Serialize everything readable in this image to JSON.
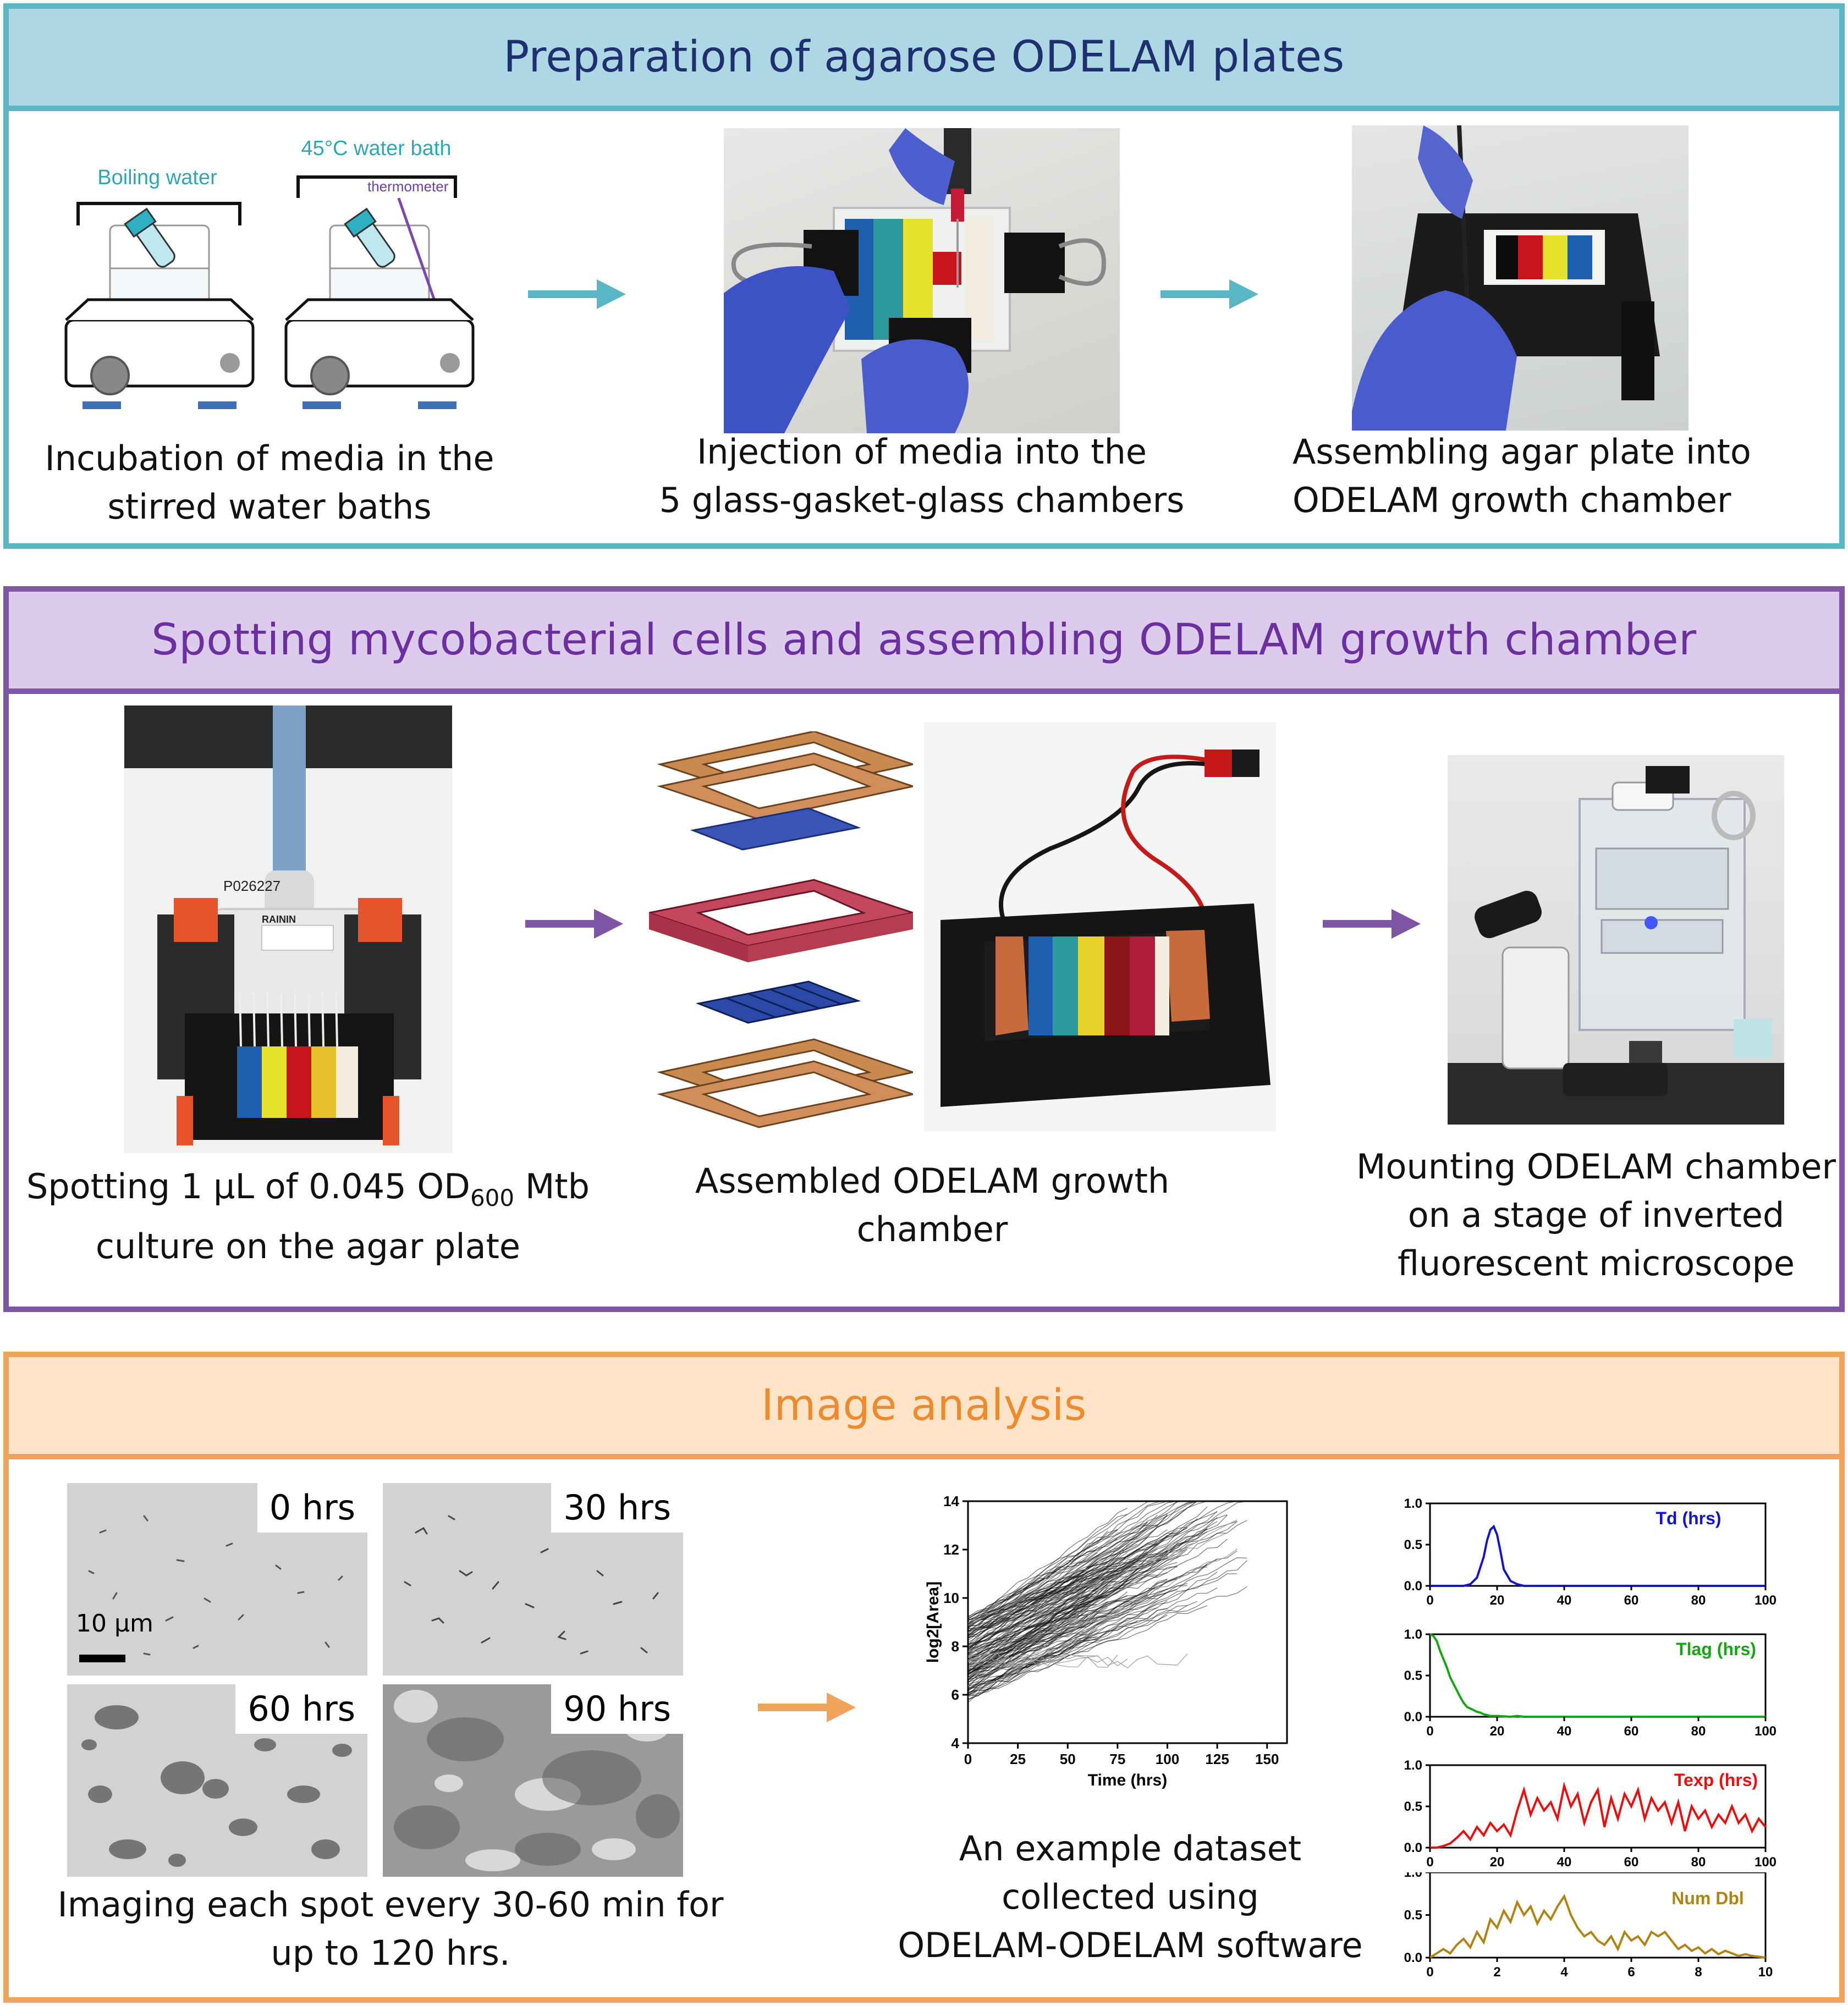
{
  "panel1": {
    "title": "Preparation of agarose ODELAM plates",
    "boiling_label": "Boiling water",
    "bath_label": "45°C water bath",
    "thermometer_label": "thermometer",
    "cap1": [
      "Incubation of media in the",
      "stirred water baths"
    ],
    "cap2": [
      "Injection of media into the",
      "5 glass-gasket-glass chambers"
    ],
    "cap3": [
      "Assembling agar plate into",
      "ODELAM growth chamber"
    ]
  },
  "panel2": {
    "title": "Spotting mycobacterial cells and assembling ODELAM growth chamber",
    "pipette_label": "P026227",
    "pipette_brand": "RAININ",
    "cap1_line1_pre": "Spotting 1 µL of 0.045 OD",
    "cap1_line1_sub": "600",
    "cap1_line1_post": " Mtb",
    "cap1_line2": "culture on the agar plate",
    "cap2": [
      "Assembled ODELAM growth",
      "chamber"
    ],
    "cap3": [
      "Mounting ODELAM chamber",
      "on a stage of inverted",
      "fluorescent microscope"
    ]
  },
  "panel3": {
    "title": "Image analysis",
    "time_labels": [
      "0 hrs",
      "30 hrs",
      "60 hrs",
      "90 hrs"
    ],
    "scale_label": "10 µm",
    "cap1": [
      "Imaging each spot every 30-60 min for",
      "up to 120 hrs."
    ],
    "cap2": [
      "An example dataset",
      "collected using",
      "ODELAM-ODELAM software"
    ]
  },
  "colors": {
    "teal": "#5bb6c4",
    "teal_head": "#acd8e3",
    "navy_text": "#1f2f6f",
    "purple": "#7f56a6",
    "purple_head": "#dccbea",
    "purple_text": "#6b2fa0",
    "orange": "#f0a35a",
    "orange_head": "#fde3c8",
    "orange_text": "#ee8a2e"
  },
  "chart_data": [
    {
      "type": "line",
      "xlabel": "Time (hrs)",
      "ylabel": "log2[Area]",
      "xlim": [
        0,
        160
      ],
      "ylim": [
        4,
        14
      ],
      "xticks": [
        0,
        25,
        50,
        75,
        100,
        125,
        150
      ],
      "yticks": [
        4,
        6,
        8,
        10,
        12,
        14
      ],
      "series_description_count": 160,
      "envelope": {
        "start_y": [
          5.8,
          9.2
        ],
        "slope": [
          0.028,
          0.058
        ]
      }
    },
    {
      "type": "line",
      "title": "Td (hrs)",
      "color": "#1515c8",
      "xlim": [
        0,
        100
      ],
      "ylim": [
        0,
        1
      ],
      "xticks": [
        0,
        20,
        40,
        60,
        80,
        100
      ],
      "yticks": [
        0.0,
        0.5,
        1.0
      ],
      "x": [
        0,
        10,
        12,
        14,
        16,
        17,
        18,
        19,
        20,
        21,
        22,
        24,
        26,
        28,
        30,
        100
      ],
      "y": [
        0,
        0,
        0.02,
        0.1,
        0.35,
        0.55,
        0.68,
        0.72,
        0.62,
        0.42,
        0.2,
        0.06,
        0.02,
        0,
        0,
        0
      ]
    },
    {
      "type": "line",
      "title": "Tlag (hrs)",
      "color": "#15a515",
      "xlim": [
        0,
        100
      ],
      "ylim": [
        0,
        1
      ],
      "xticks": [
        0,
        20,
        40,
        60,
        80,
        100
      ],
      "yticks": [
        0.0,
        0.5,
        1.0
      ],
      "x": [
        0,
        1,
        2,
        3,
        4,
        5,
        6,
        7,
        8,
        9,
        10,
        11,
        12,
        13,
        14,
        15,
        16,
        17,
        18,
        20,
        22,
        24,
        26,
        28,
        100
      ],
      "y": [
        1.0,
        0.98,
        0.92,
        0.8,
        0.7,
        0.6,
        0.48,
        0.4,
        0.32,
        0.24,
        0.17,
        0.12,
        0.1,
        0.08,
        0.06,
        0.05,
        0.03,
        0.02,
        0.01,
        0.01,
        0.005,
        0,
        0.01,
        0,
        0
      ]
    },
    {
      "type": "line",
      "title": "Texp (hrs)",
      "color": "#e51010",
      "xlim": [
        0,
        100
      ],
      "ylim": [
        0,
        1
      ],
      "xticks": [
        0,
        20,
        40,
        60,
        80,
        100
      ],
      "yticks": [
        0.0,
        0.5,
        1.0
      ],
      "x": [
        0,
        2,
        4,
        6,
        8,
        10,
        12,
        14,
        16,
        18,
        20,
        22,
        24,
        26,
        28,
        30,
        32,
        34,
        36,
        38,
        40,
        42,
        44,
        46,
        48,
        50,
        52,
        54,
        56,
        58,
        60,
        62,
        64,
        66,
        68,
        70,
        72,
        74,
        76,
        78,
        80,
        82,
        84,
        86,
        88,
        90,
        92,
        94,
        96,
        98,
        100
      ],
      "y": [
        0,
        0,
        0.02,
        0.05,
        0.12,
        0.2,
        0.1,
        0.25,
        0.15,
        0.3,
        0.2,
        0.28,
        0.15,
        0.45,
        0.7,
        0.4,
        0.6,
        0.45,
        0.55,
        0.35,
        0.75,
        0.5,
        0.65,
        0.3,
        0.55,
        0.7,
        0.25,
        0.6,
        0.35,
        0.65,
        0.5,
        0.7,
        0.35,
        0.6,
        0.45,
        0.55,
        0.3,
        0.55,
        0.2,
        0.5,
        0.35,
        0.45,
        0.25,
        0.4,
        0.3,
        0.5,
        0.3,
        0.4,
        0.2,
        0.35,
        0.25
      ]
    },
    {
      "type": "line",
      "title": "Num Dbl",
      "color": "#b08414",
      "xlim": [
        0,
        10
      ],
      "ylim": [
        0,
        1
      ],
      "xticks": [
        0,
        2,
        4,
        6,
        8,
        10
      ],
      "yticks": [
        0.0,
        0.5,
        1.0
      ],
      "x": [
        0,
        0.2,
        0.4,
        0.6,
        0.8,
        1.0,
        1.2,
        1.4,
        1.6,
        1.8,
        2.0,
        2.2,
        2.4,
        2.6,
        2.8,
        3.0,
        3.2,
        3.4,
        3.6,
        3.8,
        4.0,
        4.2,
        4.4,
        4.6,
        4.8,
        5.0,
        5.2,
        5.4,
        5.6,
        5.8,
        6.0,
        6.2,
        6.4,
        6.6,
        6.8,
        7.0,
        7.2,
        7.4,
        7.6,
        7.8,
        8.0,
        8.2,
        8.4,
        8.6,
        8.8,
        9.0,
        9.2,
        9.4,
        9.6,
        9.8,
        10.0
      ],
      "y": [
        0,
        0.05,
        0.1,
        0.05,
        0.15,
        0.22,
        0.12,
        0.3,
        0.18,
        0.45,
        0.35,
        0.55,
        0.42,
        0.65,
        0.5,
        0.6,
        0.4,
        0.55,
        0.45,
        0.6,
        0.72,
        0.5,
        0.35,
        0.25,
        0.3,
        0.2,
        0.15,
        0.25,
        0.1,
        0.3,
        0.2,
        0.25,
        0.15,
        0.3,
        0.25,
        0.3,
        0.2,
        0.1,
        0.15,
        0.08,
        0.12,
        0.05,
        0.1,
        0.04,
        0.08,
        0.05,
        0.02,
        0.04,
        0.02,
        0.01,
        0
      ]
    }
  ]
}
